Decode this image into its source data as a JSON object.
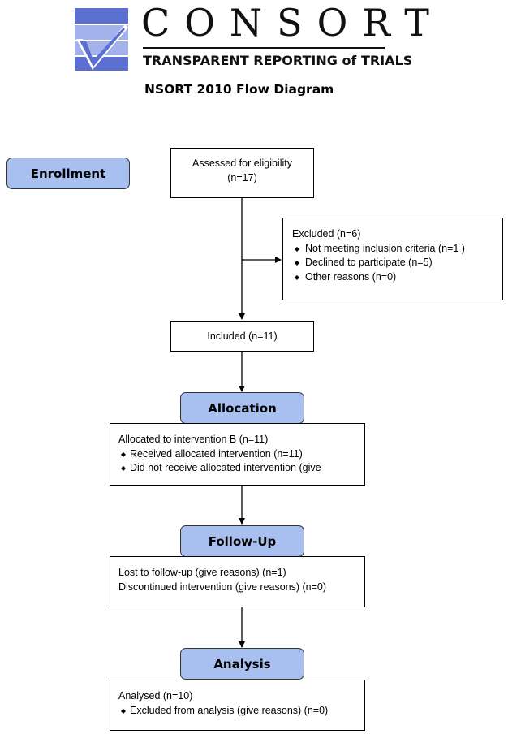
{
  "logo": {
    "word": "CONSORT",
    "tagline": "TRANSPARENT REPORTING of TRIALS",
    "colors": {
      "primary": "#5a6fd0",
      "light": "#a3b2ea"
    }
  },
  "title": "NSORT 2010 Flow Diagram",
  "stages": {
    "enrollment": "Enrollment",
    "allocation": "Allocation",
    "followup": "Follow-Up",
    "analysis": "Analysis"
  },
  "stage_color": "#a8c0f0",
  "boxes": {
    "assessed": {
      "line1": "Assessed for eligibility",
      "line2": "(n=17)"
    },
    "excluded": {
      "header": "Excluded (n=6)",
      "items": [
        "Not meeting inclusion criteria (n=1 )",
        "Declined to participate (n=5)",
        "Other reasons (n=0)"
      ]
    },
    "included": "Included (n=11)",
    "allocated": {
      "header": "Allocated to intervention B (n=11)",
      "items": [
        "Received allocated intervention (n=11)",
        "Did not receive allocated intervention (give"
      ]
    },
    "followup": {
      "lines": [
        "Lost to follow-up (give reasons) (n=1)",
        "Discontinued intervention (give reasons) (n=0)"
      ]
    },
    "analysed": {
      "header": "Analysed (n=10)",
      "items": [
        "Excluded from analysis (give reasons) (n=0)"
      ]
    }
  },
  "bullet_glyph": "◆"
}
